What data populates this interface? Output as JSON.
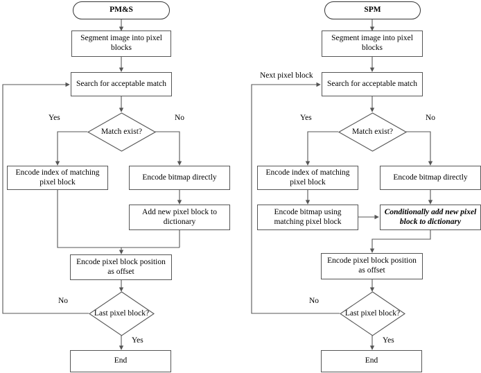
{
  "figure": {
    "type": "flowchart",
    "orientation": "two side-by-side vertical flowcharts",
    "background_color": "#ffffff",
    "line_color": "#555555",
    "text_color": "#000000"
  },
  "left_chart": {
    "title": "PM&S",
    "nodes": {
      "start": "PM&S",
      "segment": "Segment image into pixel blocks",
      "search": "Search for acceptable match",
      "decision_match": "Match exist?",
      "encode_index": "Encode index of matching pixel block",
      "encode_bitmap": "Encode bitmap directly",
      "add_block": "Add new pixel block to dictionary",
      "encode_offset": "Encode pixel block position as offset",
      "decision_last": "Last pixel block?",
      "end": "End"
    },
    "edge_labels": {
      "match_yes": "Yes",
      "match_no": "No",
      "last_no": "No",
      "last_yes": "Yes"
    }
  },
  "right_chart": {
    "title": "SPM",
    "nodes": {
      "start": "SPM",
      "segment": "Segment image into pixel blocks",
      "search": "Search for acceptable match",
      "decision_match": "Match exist?",
      "encode_index": "Encode index of matching pixel block",
      "encode_bitmap": "Encode bitmap directly",
      "encode_using": "Encode bitmap using matching pixel block",
      "conditional_add": "Conditionally add new pixel block to dictionary",
      "encode_offset": "Encode pixel block position as offset",
      "decision_last": "Last pixel block?",
      "end": "End"
    },
    "edge_labels": {
      "next_block": "Next pixel block",
      "match_yes": "Yes",
      "match_no": "No",
      "last_no": "No",
      "last_yes": "Yes"
    }
  }
}
